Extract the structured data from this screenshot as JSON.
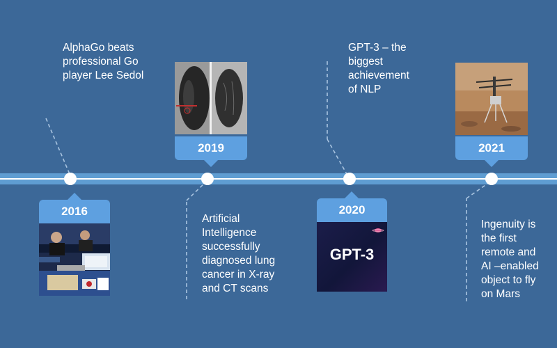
{
  "timeline": {
    "events": [
      {
        "year": "2016",
        "caption": [
          "AlphaGo beats",
          "professional Go",
          "player Lee Sedol"
        ],
        "image_icon": "go-match-photo-icon"
      },
      {
        "year": "2019",
        "caption": [
          "Artificial",
          "Intelligence",
          "successfully",
          "diagnosed lung",
          "cancer in X-ray",
          "and CT scans"
        ],
        "image_icon": "lung-ct-scan-icon"
      },
      {
        "year": "2020",
        "caption": [
          "GPT-3 – the",
          "biggest",
          "achievement",
          "of NLP"
        ],
        "image_icon": "gpt3-logo-icon",
        "image_text": "GPT-3"
      },
      {
        "year": "2021",
        "caption": [
          "Ingenuity is",
          "the first",
          "remote and",
          "AI –enabled",
          "object to fly",
          "on Mars"
        ],
        "image_icon": "mars-helicopter-icon"
      }
    ]
  },
  "colors": {
    "background": "#3c6898",
    "band": "#5f9dd2",
    "label": "#5ea0e0",
    "text": "#ffffff"
  }
}
